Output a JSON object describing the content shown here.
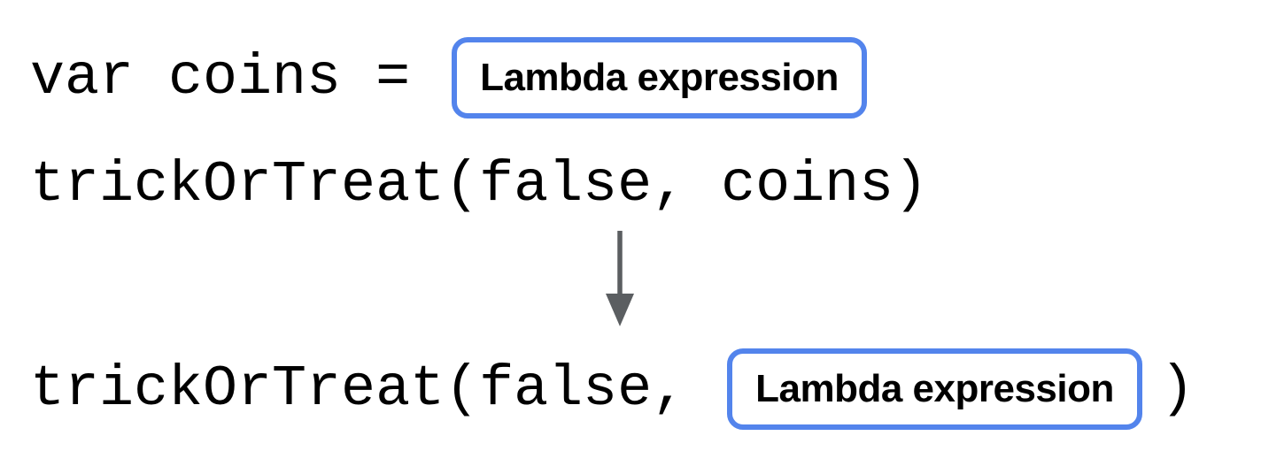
{
  "colors": {
    "background": "#ffffff",
    "box_border": "#5384ec",
    "arrow": "#5b5e61",
    "code_text": "#000000",
    "label_text": "#000000"
  },
  "icons": {
    "transform_arrow": "down-arrow"
  },
  "diagram": {
    "before": {
      "assignment_code": "var coins =",
      "assignment_box_label": "Lambda expression",
      "call_code": "trickOrTreat(false, coins)"
    },
    "after": {
      "call_prefix": "trickOrTreat(false,",
      "box_label": "Lambda expression",
      "call_suffix": ")"
    }
  }
}
